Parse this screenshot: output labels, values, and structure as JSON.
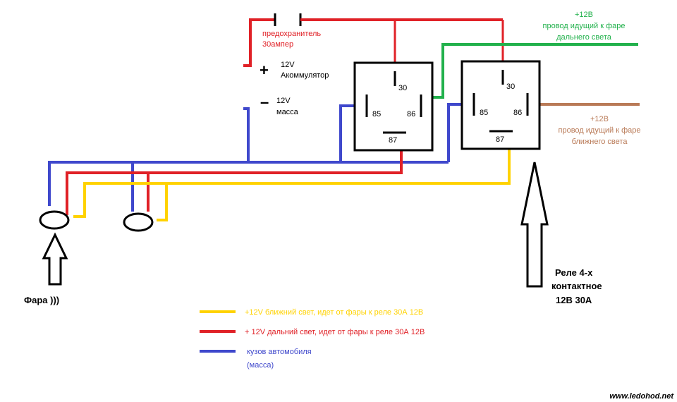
{
  "colors": {
    "red": "#e02127",
    "green": "#22b14c",
    "blue": "#3f48cc",
    "yellow": "#ffd200",
    "brown": "#b97a57",
    "black": "#000000"
  },
  "fuse": {
    "line1": "предохранитель",
    "line2": "30ампер"
  },
  "battery_plus": {
    "symbol": "+",
    "line1": "12V",
    "line2": "Акоммулятор"
  },
  "battery_minus": {
    "symbol": "–",
    "line1": "12V",
    "line2": "масса"
  },
  "high_beam_wire": {
    "line1": "+12В",
    "line2": "провод идущий к фаре",
    "line3": "дальнего света"
  },
  "low_beam_wire": {
    "line1": "+12В",
    "line2": "провод идущий к фаре",
    "line3": "ближнего света"
  },
  "relay_pins": {
    "p30": "30",
    "p85": "85",
    "p86": "86",
    "p87": "87"
  },
  "headlight_label": "Фара )))",
  "relay_label": {
    "line1": "Реле 4-х",
    "line2": "контактное",
    "line3": "12В 30А"
  },
  "legend": [
    {
      "color_key": "yellow",
      "line1": "+12V ближний свет, идет от фары к реле 30А 12В",
      "line2": ""
    },
    {
      "color_key": "red",
      "line1": "+ 12V дальний свет, идет от фары к реле 30А 12В",
      "line2": ""
    },
    {
      "color_key": "blue",
      "line1": "кузов автомобиля",
      "line2": "(масса)"
    }
  ],
  "watermark": "www.ledohod.net"
}
